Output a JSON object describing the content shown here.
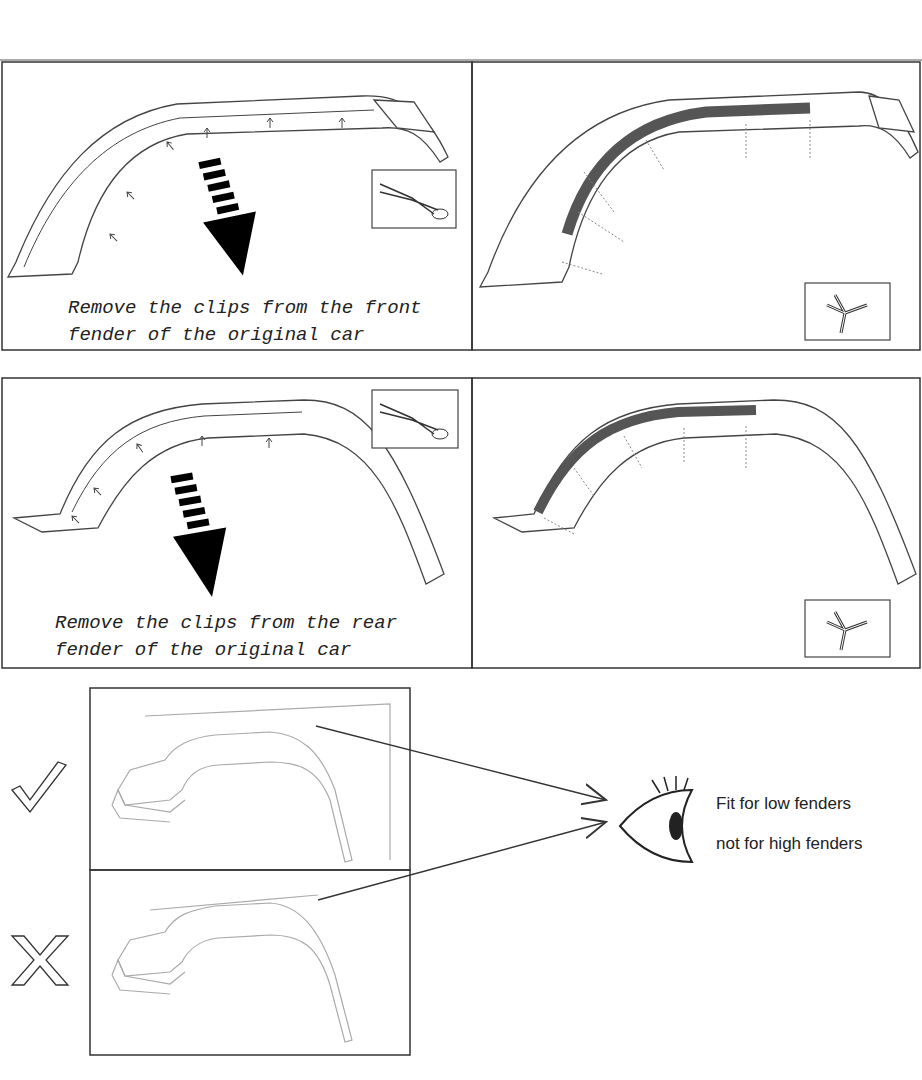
{
  "diagram": {
    "labels": [
      "Remove the clips from the front fender of the original car",
      "Remove the clips from the rear fender of the original car",
      "Fit for low fenders",
      "not for high fenders"
    ]
  }
}
